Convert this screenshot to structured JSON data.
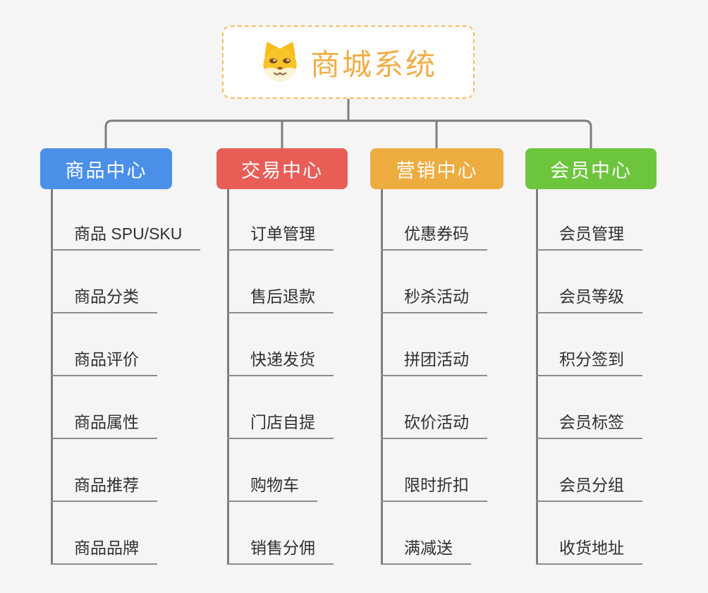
{
  "root": {
    "title": "商城系统",
    "icon": "dog-face-icon",
    "accent_color": "#F0AE47",
    "border_color": "#F5BE62",
    "background": "#FFFFFF"
  },
  "canvas": {
    "background": "#F5F5F6",
    "connector_color": "#7E7E7E",
    "underline_color": "#8D8D8D",
    "child_text_color": "#303030"
  },
  "branches": [
    {
      "label": "商品中心",
      "color": "#4A90E9",
      "children": [
        "商品 SPU/SKU",
        "商品分类",
        "商品评价",
        "商品属性",
        "商品推荐",
        "商品品牌"
      ]
    },
    {
      "label": "交易中心",
      "color": "#E85E57",
      "children": [
        "订单管理",
        "售后退款",
        "快递发货",
        "门店自提",
        "购物车",
        "销售分佣"
      ]
    },
    {
      "label": "营销中心",
      "color": "#EDAC3F",
      "children": [
        "优惠券码",
        "秒杀活动",
        "拼团活动",
        "砍价活动",
        "限时折扣",
        "满减送"
      ]
    },
    {
      "label": "会员中心",
      "color": "#6DC53E",
      "children": [
        "会员管理",
        "会员等级",
        "积分签到",
        "会员标签",
        "会员分组",
        "收货地址"
      ]
    }
  ]
}
